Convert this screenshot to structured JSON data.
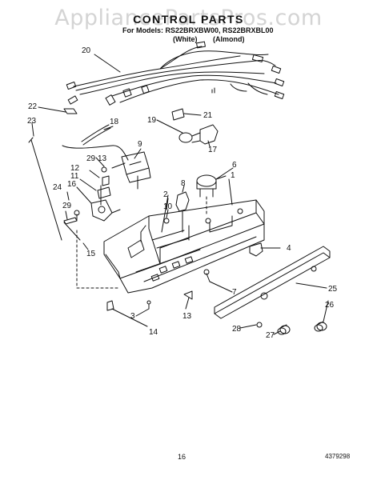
{
  "watermark": "AppliancePartsPros.com",
  "title": "CONTROL PARTS",
  "models_line": "For Models: RS22BRXBW00, RS22BRXBL00",
  "variants": [
    "(White)",
    "(Almond)"
  ],
  "page_number": "16",
  "document_number": "4379298",
  "callouts": [
    "20",
    "22",
    "23",
    "18",
    "21",
    "19",
    "17",
    "9",
    "29",
    "13",
    "12",
    "11",
    "16",
    "24",
    "29",
    "15",
    "6",
    "1",
    "8",
    "2",
    "10",
    "4",
    "7",
    "25",
    "26",
    "3",
    "14",
    "13",
    "28",
    "27"
  ]
}
